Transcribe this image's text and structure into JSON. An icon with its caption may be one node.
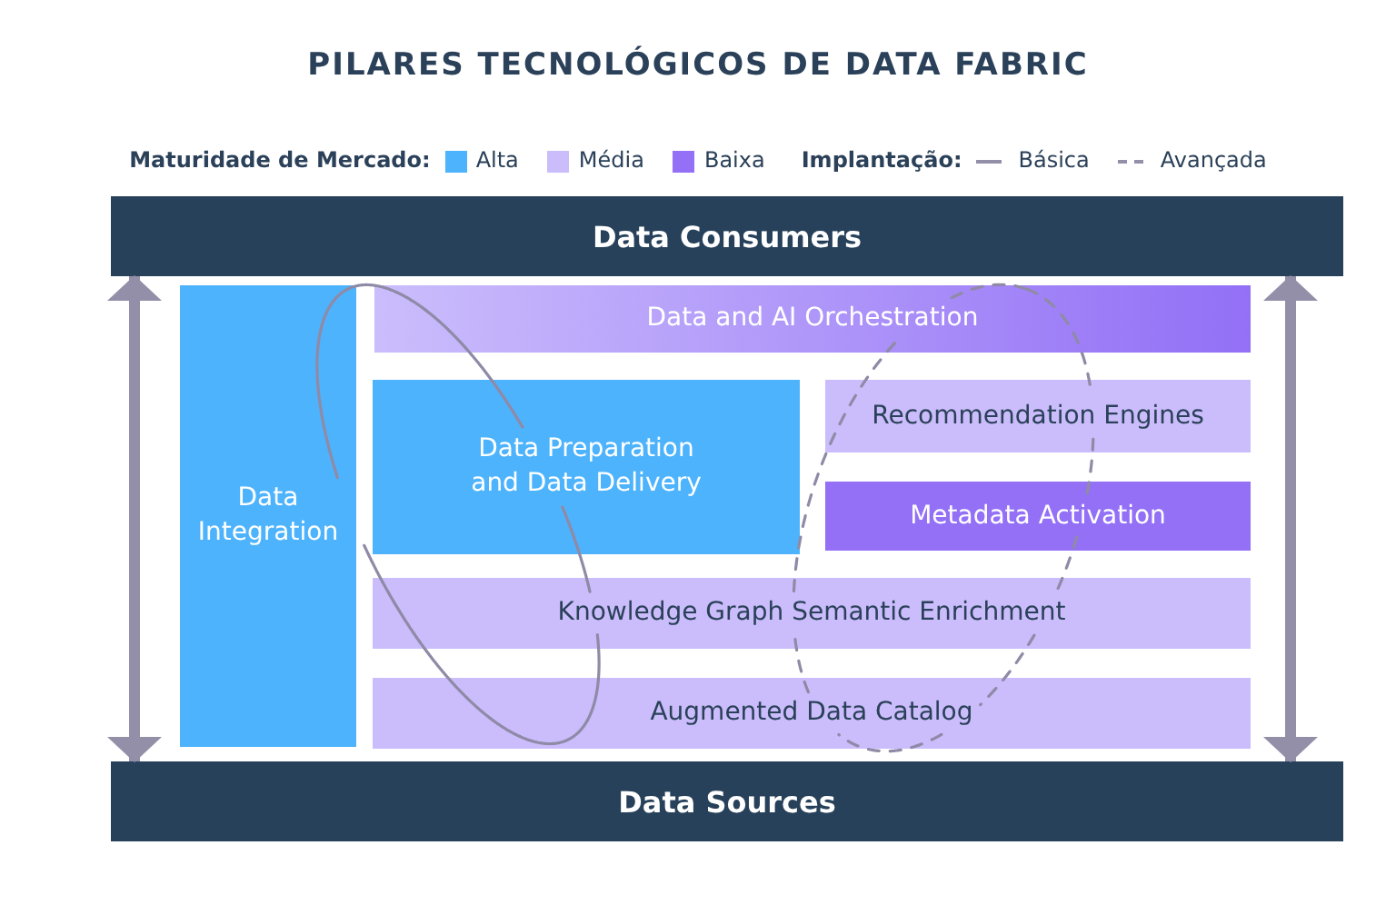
{
  "diagram": {
    "title": "PILARES TECNOLÓGICOS DE DATA FABRIC",
    "nodes": [
      {
        "text": [
          "Data Consumers"
        ]
      },
      {
        "text": [
          "Data Integration"
        ]
      },
      {
        "text": [
          "Data and AI Orchestration"
        ]
      },
      {
        "text": [
          "Data Preparation and Data Delivery"
        ]
      },
      {
        "text": [
          "Recommendation Engines"
        ]
      },
      {
        "text": [
          "Metadata Activation"
        ]
      },
      {
        "text": [
          "Knowledge Graph Semantic Enrichment"
        ]
      },
      {
        "text": [
          "Augmented Data Catalog"
        ]
      },
      {
        "text": [
          "Data Sources"
        ]
      },
      {
        "text": [],
        "shape": "ellipse"
      },
      {
        "text": [],
        "shape": "ellipse"
      }
    ],
    "edges": [
      {
        "from": 0,
        "to": 8,
        "arrow": "both"
      },
      {
        "from": 0,
        "to": 8,
        "arrow": "both"
      }
    ],
    "labels": [
      "Maturidade de Mercado:",
      "Implantação:"
    ],
    "legend": [
      {
        "text": "Alta",
        "color": "#4db3fc"
      },
      {
        "text": "Média",
        "color": "#cbbdfc"
      },
      {
        "text": "Baixa",
        "color": "#9370f6"
      },
      {
        "text": "Básica"
      },
      {
        "text": "Avançada"
      }
    ]
  }
}
